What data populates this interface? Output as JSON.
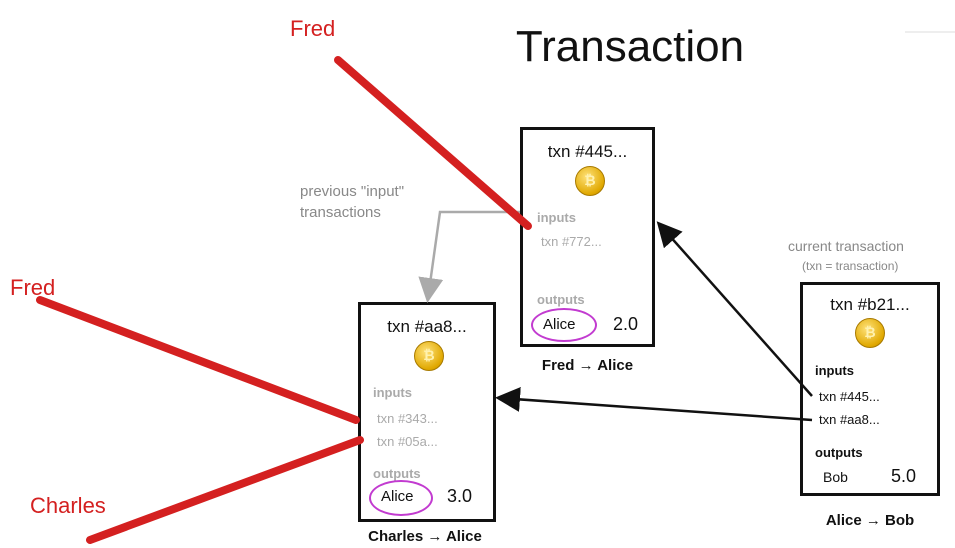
{
  "title": "Transaction",
  "labels": {
    "fred_top": "Fred",
    "fred_left": "Fred",
    "charles": "Charles"
  },
  "note_previous": [
    "previous \"input\"",
    "transactions"
  ],
  "note_current": {
    "line1": "current transaction",
    "line2": "(txn = transaction)"
  },
  "boxes": {
    "txn445": {
      "title": "txn #445...",
      "inputs_label": "inputs",
      "inputs": [
        "txn #772..."
      ],
      "outputs_label": "outputs",
      "output_name": "Alice",
      "output_value": "2.0",
      "caption": "Fred → Alice"
    },
    "txnaa8": {
      "title": "txn #aa8...",
      "inputs_label": "inputs",
      "inputs": [
        "txn #343...",
        "txn #05a..."
      ],
      "outputs_label": "outputs",
      "output_name": "Alice",
      "output_value": "3.0",
      "caption": "Charles → Alice"
    },
    "txnb21": {
      "title": "txn #b21...",
      "inputs_label": "inputs",
      "inputs": [
        "txn #445...",
        "txn #aa8..."
      ],
      "outputs_label": "outputs",
      "output_name": "Bob",
      "output_value": "5.0",
      "caption": "Alice → Bob"
    }
  },
  "colors": {
    "annotation_red": "#d42020",
    "highlight_ring": "#c23bd0",
    "arrow_dark": "#111111",
    "arrow_gray": "#aaaaaa"
  }
}
